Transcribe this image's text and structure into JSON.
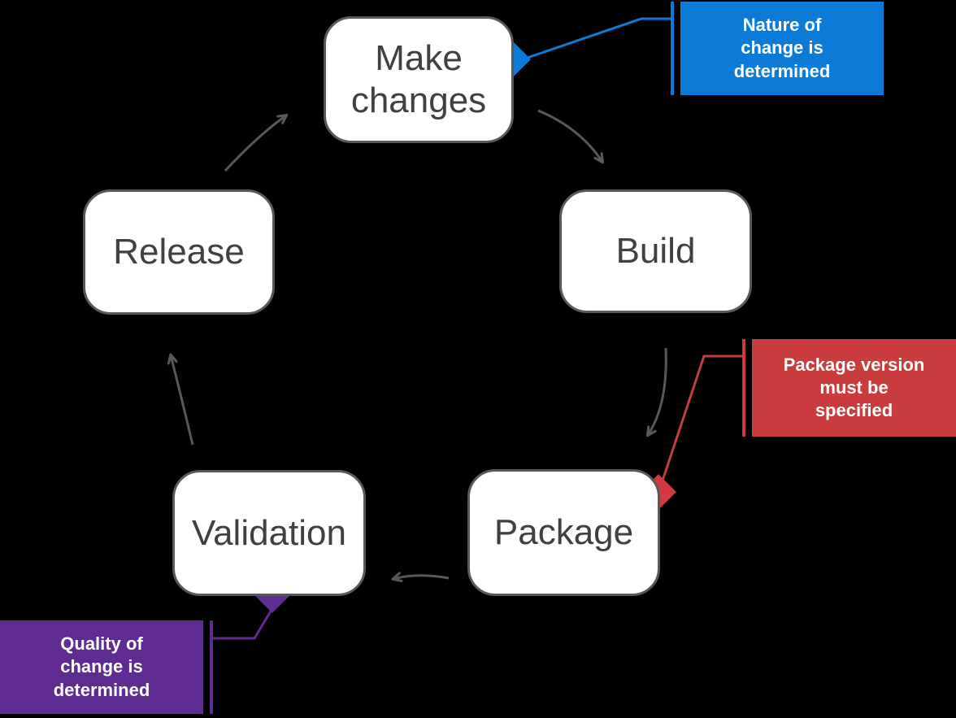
{
  "diagram": {
    "type": "cycle-flowchart",
    "nodes": [
      {
        "id": "make-changes",
        "label": "Make changes"
      },
      {
        "id": "build",
        "label": "Build"
      },
      {
        "id": "package",
        "label": "Package"
      },
      {
        "id": "validation",
        "label": "Validation"
      },
      {
        "id": "release",
        "label": "Release"
      }
    ],
    "flow_order": [
      "Make changes",
      "Build",
      "Package",
      "Validation",
      "Release",
      "Make changes"
    ],
    "callouts": {
      "blue": {
        "text": "Nature of change is determined",
        "attached_to": "Make changes",
        "color": "#0c7bd8"
      },
      "red": {
        "text_before": "Package version",
        "text_bold": "must",
        "text_after": "be specified",
        "full_text": "Package version must be specified",
        "attached_to": "Package",
        "color": "#c93b3c"
      },
      "purple": {
        "text": "Quality of change is determined",
        "attached_to": "Validation",
        "color": "#5e2c91"
      }
    },
    "colors": {
      "background": "#000000",
      "node_fill": "#ffffff",
      "node_border": "#595959",
      "node_text": "#404040",
      "arrow": "#595959",
      "blue": "#0c7bd8",
      "red": "#c93b3c",
      "red_diamond": "#cf3b3f",
      "purple": "#5e2c91",
      "purple_diamond": "#5f2d96",
      "callout_text": "#ffffff"
    }
  }
}
